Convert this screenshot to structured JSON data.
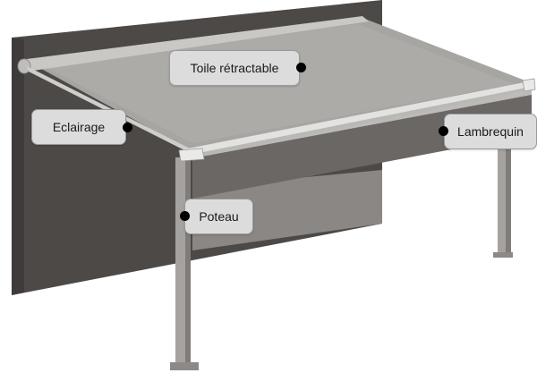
{
  "labels": {
    "toile": "Toile rétractable",
    "eclairage": "Eclairage",
    "lambrequin": "Lambrequin",
    "poteau": "Poteau"
  },
  "colors": {
    "wall": "#4d4947",
    "awning": "#a7a5a1",
    "frame": "#d6d6d4",
    "valance": "#6a6765",
    "post": "#9f9c99",
    "background": "#ffffff"
  }
}
